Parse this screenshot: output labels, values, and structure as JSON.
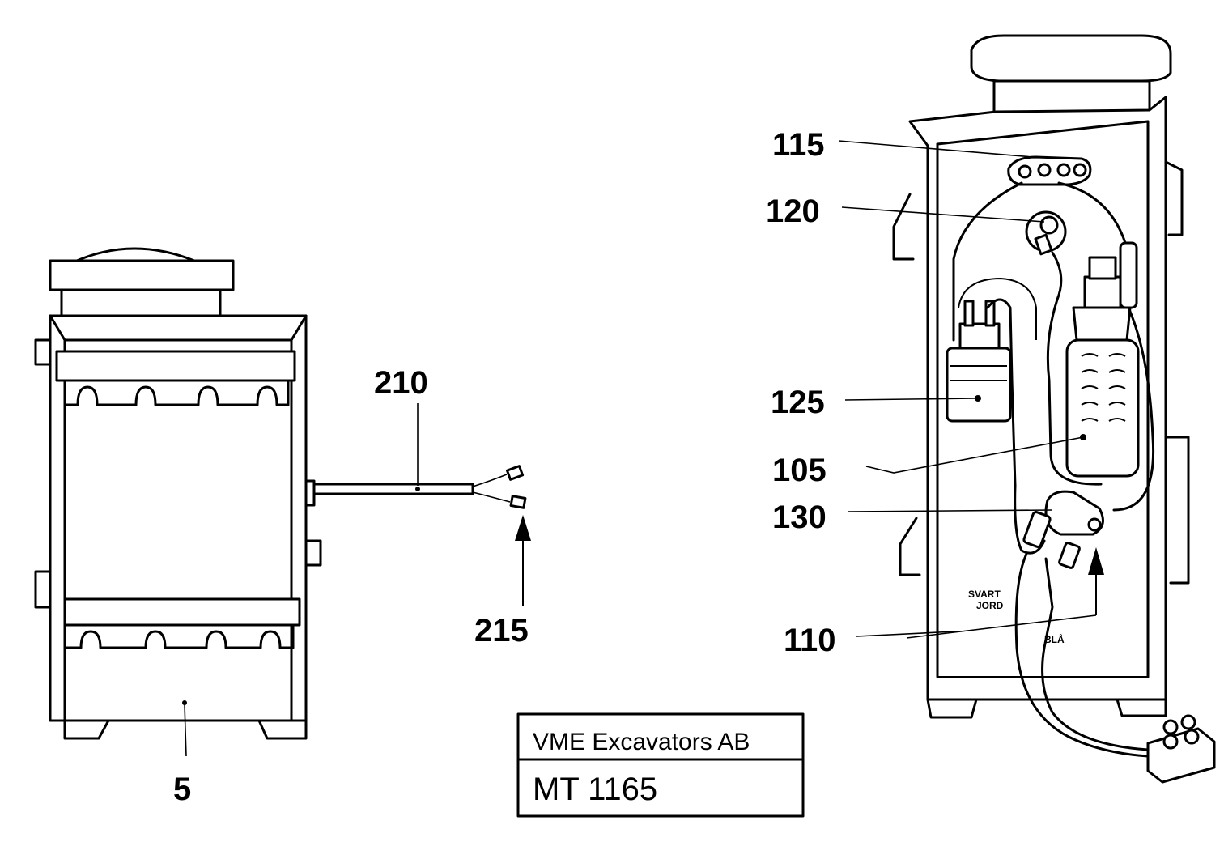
{
  "title_block": {
    "company": "VME Excavators AB",
    "drawing_number": "MT 1165"
  },
  "callouts": {
    "c5": "5",
    "c210": "210",
    "c215": "215",
    "c115": "115",
    "c120": "120",
    "c125": "125",
    "c105": "105",
    "c130": "130",
    "c110": "110"
  },
  "wire_labels": {
    "svart": "SVART",
    "jord": "JORD",
    "bla": "BLÅ"
  }
}
